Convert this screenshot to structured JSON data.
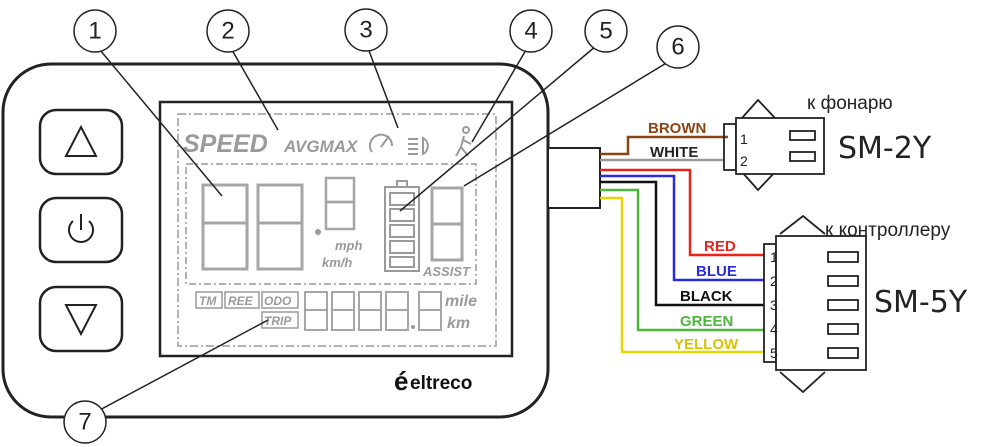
{
  "callouts": [
    "1",
    "2",
    "3",
    "4",
    "5",
    "6",
    "7"
  ],
  "lcd": {
    "speed": "SPEED",
    "avgmax": "AVGMAX",
    "mph": "mph",
    "kmh": "km/h",
    "assist": "ASSIST",
    "tm": "TM",
    "rem": "REE",
    "odo": "ODO",
    "trip": "TRIP",
    "mile": "mile",
    "km": "km"
  },
  "brand": "eltreco",
  "connector_light": {
    "caption": "к фонарю",
    "model": "SM-2Y",
    "pins": [
      "1",
      "2"
    ],
    "wires": [
      {
        "label": "BROWN",
        "color": "#8b4513"
      },
      {
        "label": "WHITE",
        "color": "#888888"
      }
    ]
  },
  "connector_controller": {
    "caption": "к контроллеру",
    "model": "SM-5Y",
    "pins": [
      "1",
      "2",
      "3",
      "4",
      "5"
    ],
    "wires": [
      {
        "label": "RED",
        "color": "#e8251a"
      },
      {
        "label": "BLUE",
        "color": "#2a2adf"
      },
      {
        "label": "BLACK",
        "color": "#111111"
      },
      {
        "label": "GREEN",
        "color": "#4cb83a"
      },
      {
        "label": "YELLOW",
        "color": "#e8d600"
      }
    ]
  },
  "icons": [
    "up-arrow-icon",
    "power-icon",
    "down-arrow-icon",
    "speedometer-icon",
    "headlight-icon",
    "walk-icon",
    "battery-icon"
  ]
}
